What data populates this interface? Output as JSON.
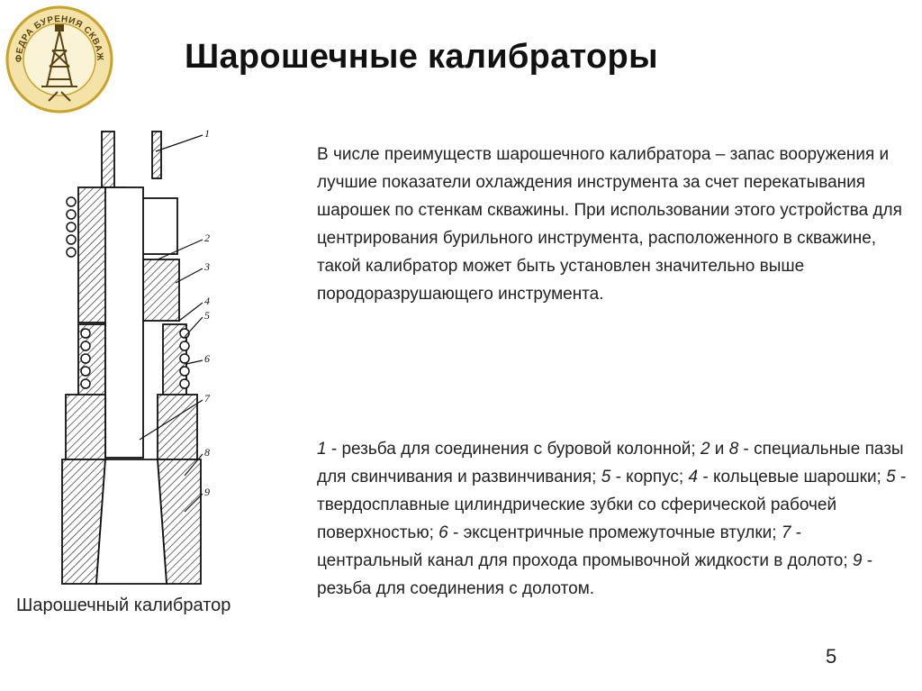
{
  "slide": {
    "title": "Шарошечные калибраторы",
    "page_number": "5"
  },
  "logo": {
    "arc_text": "КАФЕДРА БУРЕНИЯ СКВАЖИН",
    "colors": {
      "ring": "#c9a227",
      "ink": "#5a4410",
      "fill": "#f3e3a8"
    }
  },
  "figure": {
    "caption": "Шарошечный калибратор",
    "callouts": [
      "1",
      "2",
      "3",
      "4",
      "5",
      "6",
      "7",
      "8",
      "9"
    ]
  },
  "intro_text": "В числе преимуществ шарошечного калибратора – запас вооружения и лучшие показатели охлаждения инструмента за счет перекатывания шарошек по стенкам скважины. При использовании этого устройства для центрирования бурильного инструмента, расположенного в скважине, такой калибратор может быть установлен значительно выше породоразрушающего инструмента.",
  "legend": [
    {
      "n": "1",
      "t": " - резьба для соединения с буровой колонной; "
    },
    {
      "n": "2",
      "t": " и "
    },
    {
      "n": "8",
      "t": " - специальные пазы для свинчивания и развинчивания; "
    },
    {
      "n": "5",
      "t": " - корпус; "
    },
    {
      "n": "4",
      "t": " - кольцевые шарошки; "
    },
    {
      "n": "5",
      "t": " - твердосплавные цилиндрические зубки со сферической рабочей поверхностью; "
    },
    {
      "n": "6",
      "t": " - эксцентричные промежуточные втулки; "
    },
    {
      "n": "7",
      "t": " - центральный канал для прохода промывочной жидкости в долото; "
    },
    {
      "n": "9",
      "t": " - резьба для соединения с долотом."
    }
  ]
}
